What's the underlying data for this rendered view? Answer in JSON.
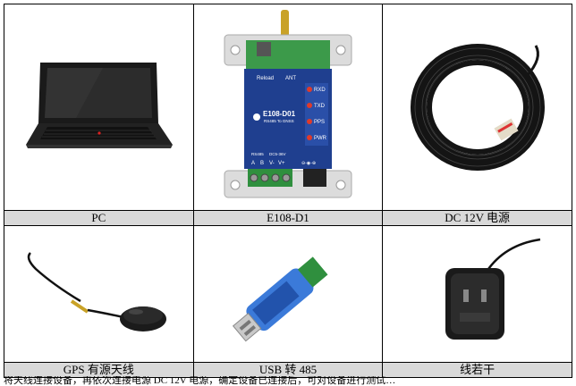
{
  "cells": [
    {
      "caption": "PC",
      "image": "laptop"
    },
    {
      "caption": "E108-D1",
      "image": "gps-dtu-module"
    },
    {
      "caption": "DC 12V 电源",
      "image": "cable-coil"
    },
    {
      "caption": "GPS 有源天线",
      "image": "gps-antenna"
    },
    {
      "caption": "USB 转 485",
      "image": "usb-rs485-converter"
    },
    {
      "caption": "线若干",
      "image": "power-adapter"
    }
  ],
  "device": {
    "model": "E108-D01",
    "subtitle": "RS485 To GNSS",
    "top_labels": [
      "Reload",
      "ANT"
    ],
    "leds": [
      "RXD",
      "TXD",
      "PPS",
      "PWR"
    ],
    "bus_labels": [
      "RS485",
      "DC5-36V"
    ],
    "terminals": [
      "A",
      "B",
      "V-",
      "V+"
    ],
    "jack_symbol": "⊖-◉-⊕"
  },
  "colors": {
    "module_blue": "#1f3f8f",
    "module_green": "#3c9a4a",
    "caption_bg": "#d9d9d9",
    "led_red": "#e03a2a",
    "cable_black": "#141414",
    "usb_blue": "#2a6fd6"
  },
  "footer_text": "将天线连接设备，再依次连接电源 DC 12V 电源，确定设备已连接后，可对设备进行测试…"
}
